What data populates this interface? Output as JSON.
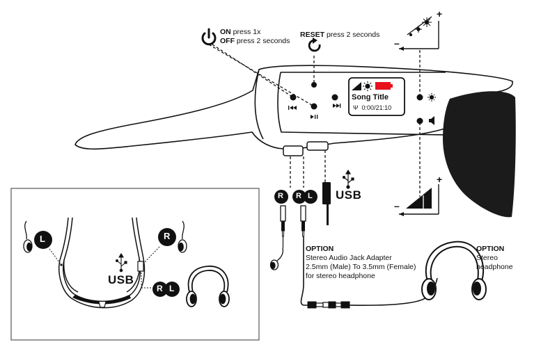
{
  "power": {
    "on_label": "ON",
    "on_action": "press 1x",
    "off_label": "OFF",
    "off_action": "press 2 seconds"
  },
  "reset": {
    "label": "RESET",
    "action": "press 2 seconds"
  },
  "display": {
    "song_title": "Song Title",
    "time": "0:00/21:10"
  },
  "usb_label": "USB",
  "usb_label_inset": "USB",
  "right_marker": "R",
  "left_marker": "L",
  "plus": "+",
  "minus": "–",
  "option_adapter": {
    "heading": "OPTION",
    "line1": "Stereo Audio Jack Adapter",
    "line2": "2.5mm (Male) To 3.5mm (Female)",
    "line3": "for stereo headphone"
  },
  "option_headphone": {
    "heading": "OPTION",
    "line1": "Stereo",
    "line2": "headphone"
  },
  "colors": {
    "battery": "#e8101c",
    "ink": "#111111"
  }
}
